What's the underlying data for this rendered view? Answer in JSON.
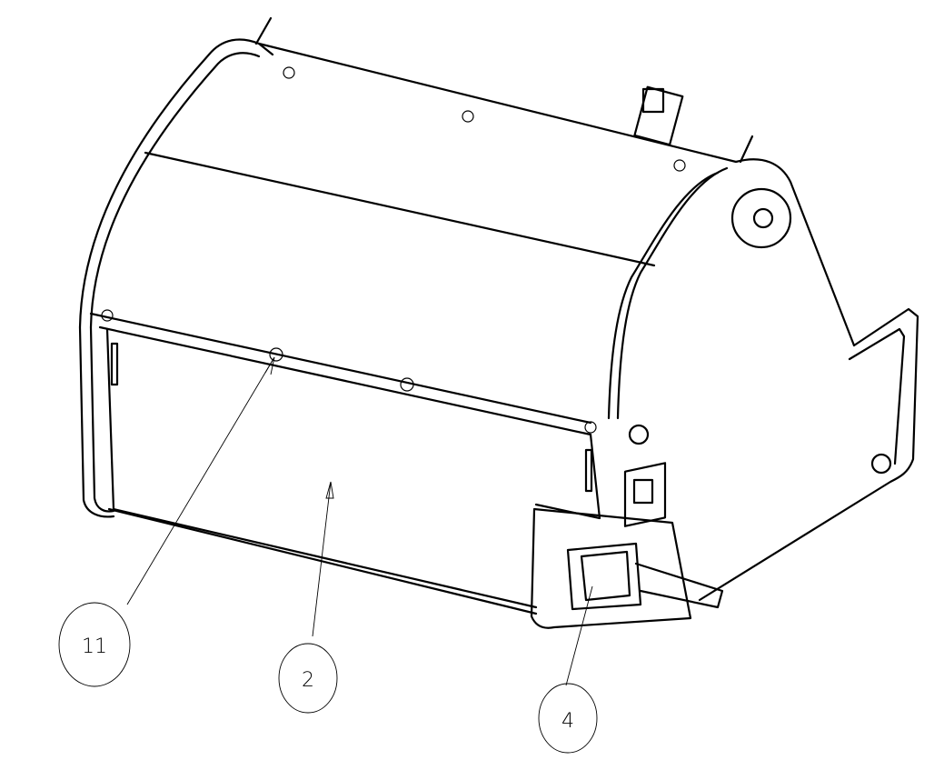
{
  "drawing": {
    "balloons": [
      {
        "id": "balloon-11",
        "label": "11"
      },
      {
        "id": "balloon-2",
        "label": "2"
      },
      {
        "id": "balloon-4",
        "label": "4"
      }
    ]
  }
}
